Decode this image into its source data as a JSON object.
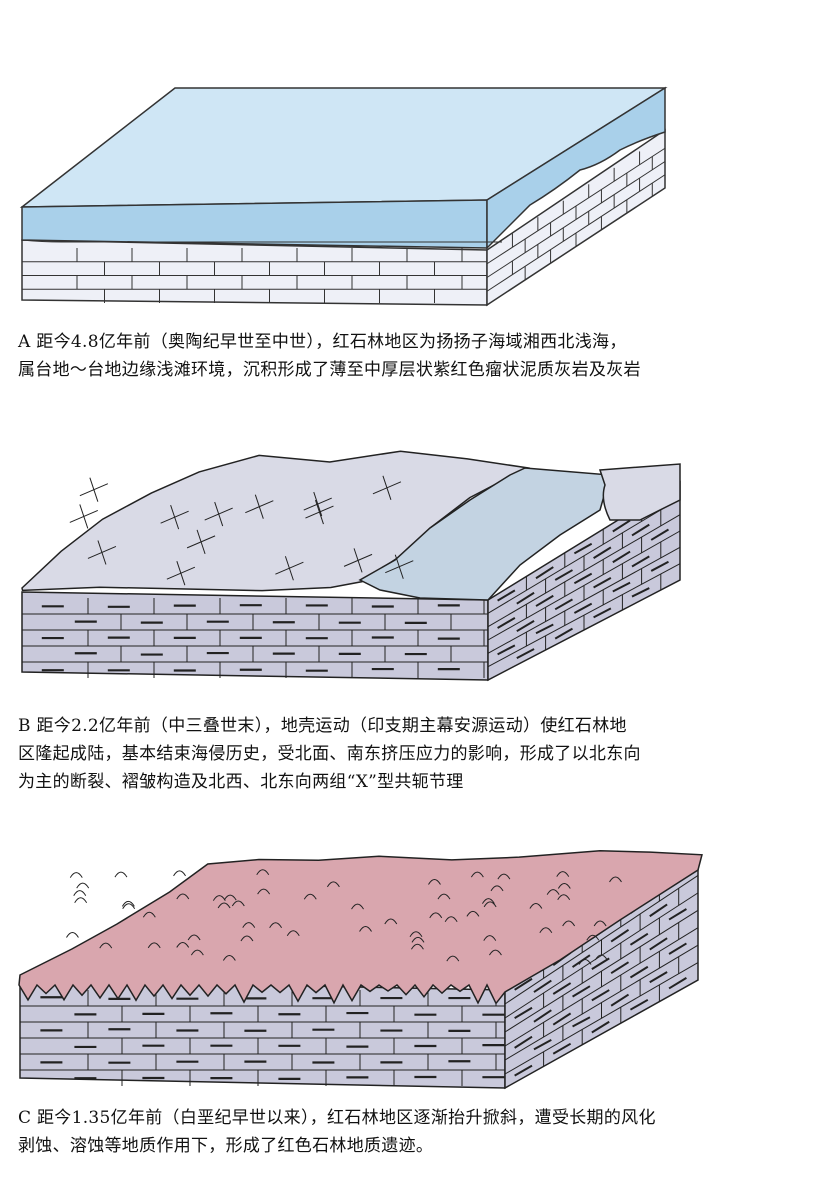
{
  "stages": [
    {
      "label": "A",
      "caption_lines": [
        "A 距今4.8亿年前（奥陶纪早世至中世），红石林地区为扬扬子海域湘西北浅海，",
        "属台地～台地边缘浅滩环境，沉积形成了薄至中厚层状紫红色瘤状泥质灰岩及灰岩"
      ],
      "colors": {
        "sea": "#cfe6f5",
        "sea_side": "#a9d0ea",
        "rock": "#eef0f7",
        "line": "#333333"
      }
    },
    {
      "label": "B",
      "caption_lines": [
        "B 距今2.2亿年前（中三叠世末），地壳运动（印支期主幕安源运动）使红石林地",
        "区隆起成陆，基本结束海侵历史，受北面、南东挤压应力的影响，形成了以北东向",
        "为主的断裂、褶皱构造及北西、北东向两组“X”型共轭节理"
      ],
      "colors": {
        "land": "#d9dae6",
        "water": "#c3d3e2",
        "rock": "#c9c9db",
        "line": "#222222"
      }
    },
    {
      "label": "C",
      "caption_lines": [
        "C 距今1.35亿年前（白垩纪早世以来），红石林地区逐渐抬升掀斜，遭受长期的风化",
        "剥蚀、溶蚀等地质作用下，形成了红色石林地质遗迹。"
      ],
      "colors": {
        "surface": "#d9a6ae",
        "rock": "#c9c9db",
        "line": "#222222"
      }
    }
  ]
}
